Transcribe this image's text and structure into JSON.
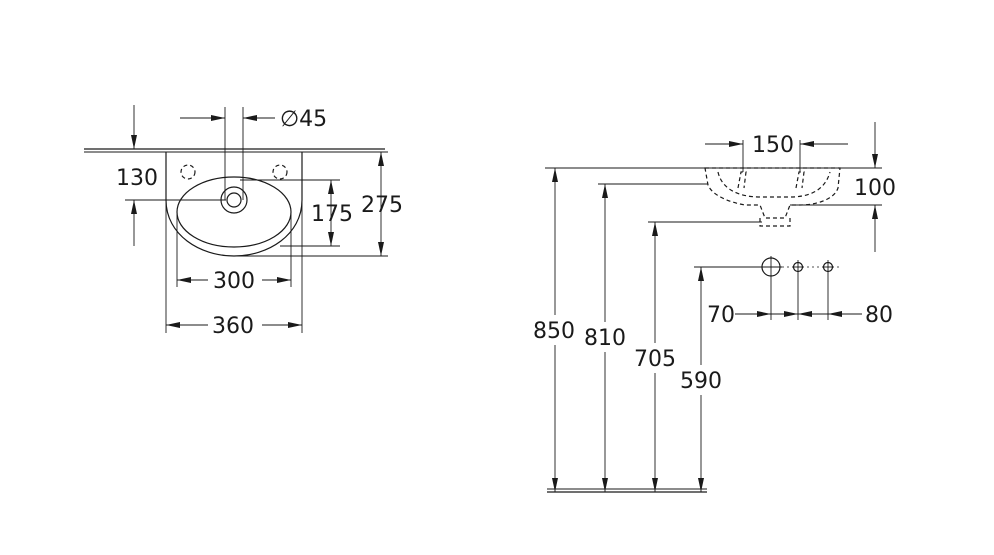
{
  "top_view": {
    "dims": {
      "diameter": "∅45",
      "d130": "130",
      "d175": "175",
      "d275": "275",
      "d300": "300",
      "d360": "360"
    }
  },
  "side_view": {
    "dims": {
      "d150": "150",
      "d100": "100",
      "d70": "70",
      "d80": "80",
      "d850": "850",
      "d810": "810",
      "d705": "705",
      "d590": "590"
    }
  }
}
